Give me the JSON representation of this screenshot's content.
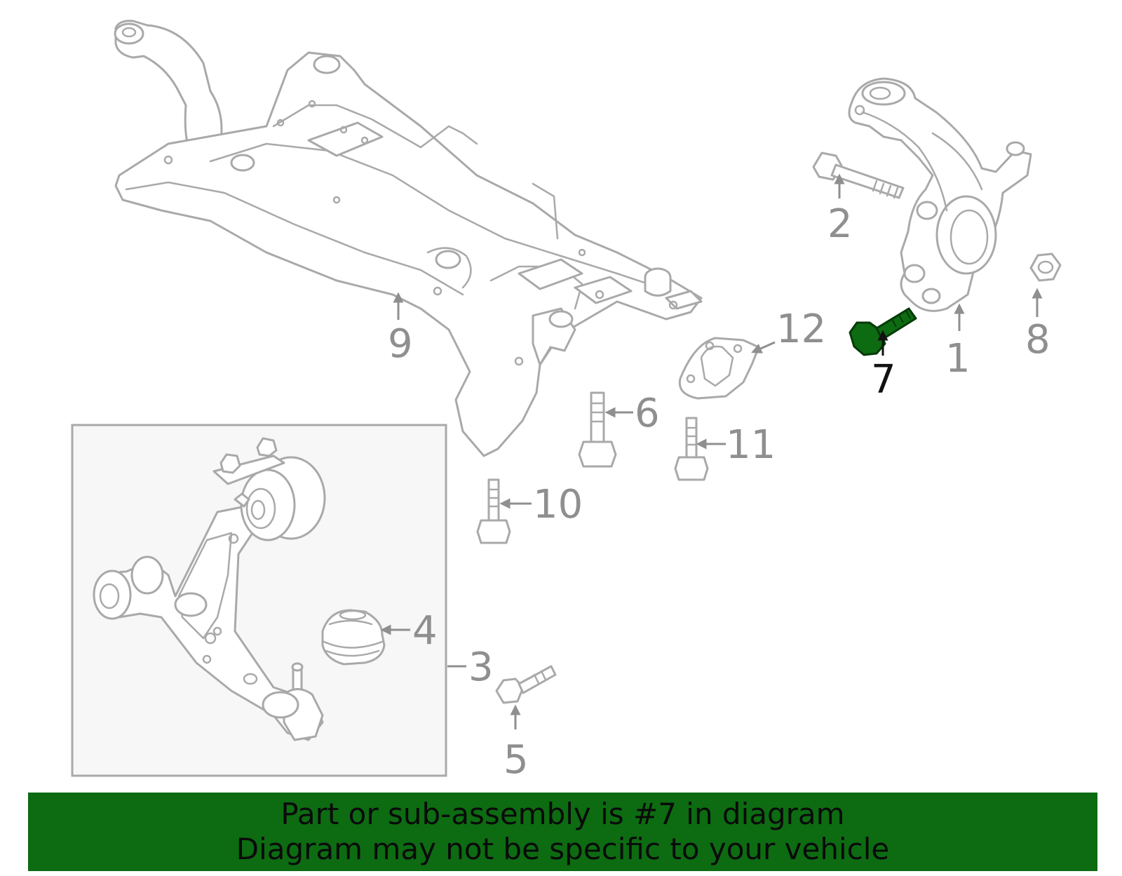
{
  "callouts": {
    "c1": "1",
    "c2": "2",
    "c3": "3",
    "c4": "4",
    "c5": "5",
    "c6": "6",
    "c7": "7",
    "c8": "8",
    "c9": "9",
    "c10": "10",
    "c11": "11",
    "c12": "12"
  },
  "highlight": {
    "part_number": "7",
    "color": "#0d6b12"
  },
  "colors": {
    "part_outline": "#a9a9a9",
    "callout_text": "#8f8f8f",
    "inset_background": "#f7f7f7",
    "banner_background": "#0d6b12"
  },
  "footer": {
    "line1": "Part or sub-assembly is #7 in diagram",
    "line2": "Diagram may not be specific to your vehicle"
  }
}
